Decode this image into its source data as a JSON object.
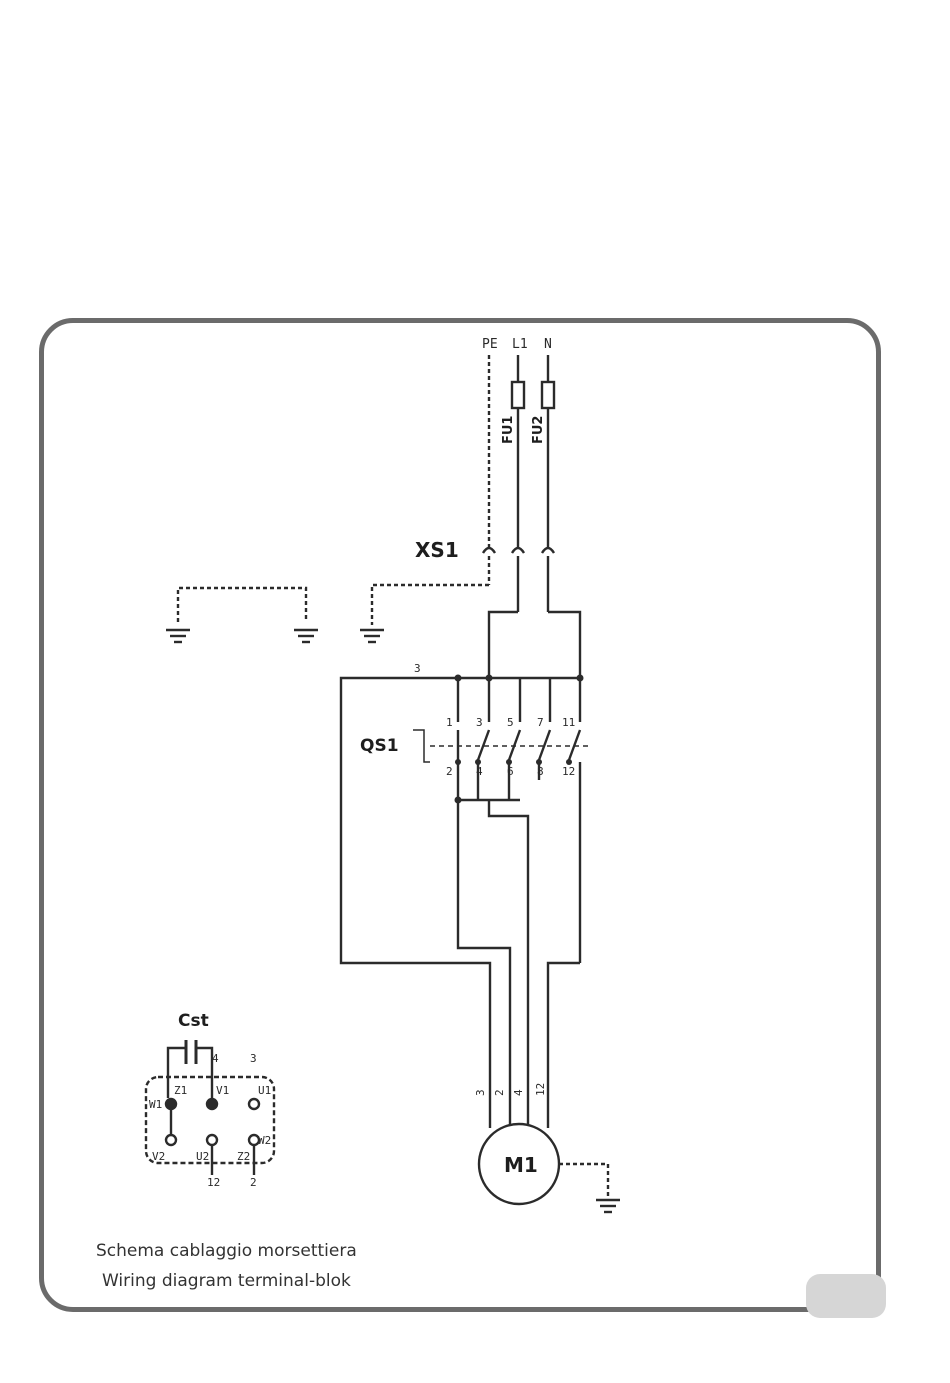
{
  "diagram": {
    "supply": {
      "pe": "PE",
      "l1": "L1",
      "n": "N"
    },
    "fuses": {
      "fu1": "FU1",
      "fu2": "FU2"
    },
    "connector": "XS1",
    "switch": {
      "name": "QS1",
      "top_pins": [
        "1",
        "3",
        "5",
        "7",
        "11"
      ],
      "bottom_pins": [
        "2",
        "4",
        "6",
        "8",
        "12"
      ],
      "bus_label": "3"
    },
    "motor": {
      "name": "M1",
      "wire_labels": [
        "3",
        "2",
        "4",
        "12"
      ]
    },
    "capacitor": {
      "name": "Cst",
      "lead_labels": [
        "4",
        "3"
      ]
    },
    "terminal_block": {
      "top": [
        "Z1",
        "V1",
        "U1"
      ],
      "bottom": [
        "V2",
        "U2",
        "Z2"
      ],
      "side": [
        "W1",
        "W2"
      ],
      "under": [
        "12",
        "2"
      ]
    }
  },
  "caption": {
    "line1": "Schema cablaggio morsettiera",
    "line2": "Wiring diagram terminal-blok"
  }
}
